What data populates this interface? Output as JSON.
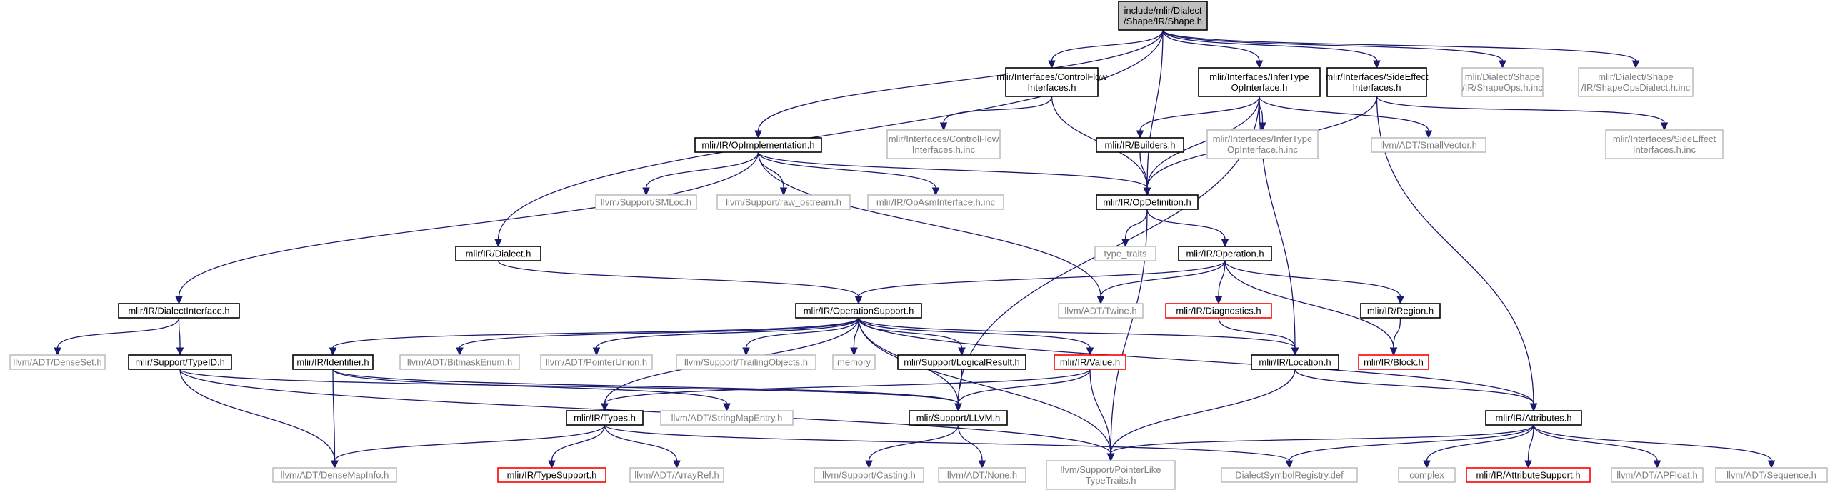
{
  "graph": {
    "nodes": [
      {
        "id": "root",
        "lines": [
          "include/mlir/Dialect",
          "/Shape/IR/Shape.h"
        ],
        "style": "root"
      },
      {
        "id": "cfi",
        "lines": [
          "mlir/Interfaces/ControlFlow",
          "Interfaces.h"
        ],
        "style": "std"
      },
      {
        "id": "iti",
        "lines": [
          "mlir/Interfaces/InferType",
          "OpInterface.h"
        ],
        "style": "std"
      },
      {
        "id": "sei",
        "lines": [
          "mlir/Interfaces/SideEffect",
          "Interfaces.h"
        ],
        "style": "std"
      },
      {
        "id": "shapeops",
        "lines": [
          "mlir/Dialect/Shape",
          "/IR/ShapeOps.h.inc"
        ],
        "style": "ext"
      },
      {
        "id": "shapeopsdialect",
        "lines": [
          "mlir/Dialect/Shape",
          "/IR/ShapeOpsDialect.h.inc"
        ],
        "style": "ext"
      },
      {
        "id": "cfiinc",
        "lines": [
          "mlir/Interfaces/ControlFlow",
          "Interfaces.h.inc"
        ],
        "style": "ext"
      },
      {
        "id": "builders",
        "lines": [
          "mlir/IR/Builders.h"
        ],
        "style": "std"
      },
      {
        "id": "itiinc",
        "lines": [
          "mlir/Interfaces/InferType",
          "OpInterface.h.inc"
        ],
        "style": "ext"
      },
      {
        "id": "smallvector",
        "lines": [
          "llvm/ADT/SmallVector.h"
        ],
        "style": "ext"
      },
      {
        "id": "seiinc",
        "lines": [
          "mlir/Interfaces/SideEffect",
          "Interfaces.h.inc"
        ],
        "style": "ext"
      },
      {
        "id": "opimpl",
        "lines": [
          "mlir/IR/OpImplementation.h"
        ],
        "style": "std"
      },
      {
        "id": "smloc",
        "lines": [
          "llvm/Support/SMLoc.h"
        ],
        "style": "ext"
      },
      {
        "id": "rawostream",
        "lines": [
          "llvm/Support/raw_ostream.h"
        ],
        "style": "ext"
      },
      {
        "id": "opasm",
        "lines": [
          "mlir/IR/OpAsmInterface.h.inc"
        ],
        "style": "ext"
      },
      {
        "id": "opdef",
        "lines": [
          "mlir/IR/OpDefinition.h"
        ],
        "style": "std"
      },
      {
        "id": "typetraits",
        "lines": [
          "type_traits"
        ],
        "style": "ext"
      },
      {
        "id": "dialect",
        "lines": [
          "mlir/IR/Dialect.h"
        ],
        "style": "std"
      },
      {
        "id": "operation",
        "lines": [
          "mlir/IR/Operation.h"
        ],
        "style": "std"
      },
      {
        "id": "dialectiface",
        "lines": [
          "mlir/IR/DialectInterface.h"
        ],
        "style": "std"
      },
      {
        "id": "opsupport",
        "lines": [
          "mlir/IR/OperationSupport.h"
        ],
        "style": "std"
      },
      {
        "id": "twine",
        "lines": [
          "llvm/ADT/Twine.h"
        ],
        "style": "ext"
      },
      {
        "id": "diagnostics",
        "lines": [
          "mlir/IR/Diagnostics.h"
        ],
        "style": "trunc"
      },
      {
        "id": "region",
        "lines": [
          "mlir/IR/Region.h"
        ],
        "style": "std"
      },
      {
        "id": "denseset",
        "lines": [
          "llvm/ADT/DenseSet.h"
        ],
        "style": "ext"
      },
      {
        "id": "typeid",
        "lines": [
          "mlir/Support/TypeID.h"
        ],
        "style": "std"
      },
      {
        "id": "identifier",
        "lines": [
          "mlir/IR/Identifier.h"
        ],
        "style": "std"
      },
      {
        "id": "bitmask",
        "lines": [
          "llvm/ADT/BitmaskEnum.h"
        ],
        "style": "ext"
      },
      {
        "id": "pointerunion",
        "lines": [
          "llvm/ADT/PointerUnion.h"
        ],
        "style": "ext"
      },
      {
        "id": "trailing",
        "lines": [
          "llvm/Support/TrailingObjects.h"
        ],
        "style": "ext"
      },
      {
        "id": "memory",
        "lines": [
          "memory"
        ],
        "style": "ext"
      },
      {
        "id": "logicalresult",
        "lines": [
          "mlir/Support/LogicalResult.h"
        ],
        "style": "std"
      },
      {
        "id": "value",
        "lines": [
          "mlir/IR/Value.h"
        ],
        "style": "trunc"
      },
      {
        "id": "location",
        "lines": [
          "mlir/IR/Location.h"
        ],
        "style": "std"
      },
      {
        "id": "block",
        "lines": [
          "mlir/IR/Block.h"
        ],
        "style": "trunc"
      },
      {
        "id": "types",
        "lines": [
          "mlir/IR/Types.h"
        ],
        "style": "std"
      },
      {
        "id": "stringmapentry",
        "lines": [
          "llvm/ADT/StringMapEntry.h"
        ],
        "style": "ext"
      },
      {
        "id": "llvmh",
        "lines": [
          "mlir/Support/LLVM.h"
        ],
        "style": "std"
      },
      {
        "id": "attributes",
        "lines": [
          "mlir/IR/Attributes.h"
        ],
        "style": "std"
      },
      {
        "id": "densemapinfo",
        "lines": [
          "llvm/ADT/DenseMapInfo.h"
        ],
        "style": "ext"
      },
      {
        "id": "typesupport",
        "lines": [
          "mlir/IR/TypeSupport.h"
        ],
        "style": "trunc"
      },
      {
        "id": "arrayref",
        "lines": [
          "llvm/ADT/ArrayRef.h"
        ],
        "style": "ext"
      },
      {
        "id": "casting",
        "lines": [
          "llvm/Support/Casting.h"
        ],
        "style": "ext"
      },
      {
        "id": "none",
        "lines": [
          "llvm/ADT/None.h"
        ],
        "style": "ext"
      },
      {
        "id": "pointerlike",
        "lines": [
          "llvm/Support/PointerLike",
          "TypeTraits.h"
        ],
        "style": "ext"
      },
      {
        "id": "dialectsymreg",
        "lines": [
          "DialectSymbolRegistry.def"
        ],
        "style": "ext"
      },
      {
        "id": "complex",
        "lines": [
          "complex"
        ],
        "style": "ext"
      },
      {
        "id": "attrsupport",
        "lines": [
          "mlir/IR/AttributeSupport.h"
        ],
        "style": "trunc"
      },
      {
        "id": "apfloat",
        "lines": [
          "llvm/ADT/APFloat.h"
        ],
        "style": "ext"
      },
      {
        "id": "sequence",
        "lines": [
          "llvm/ADT/Sequence.h"
        ],
        "style": "ext"
      }
    ],
    "edges": [
      [
        "root",
        "cfi"
      ],
      [
        "root",
        "iti"
      ],
      [
        "root",
        "sei"
      ],
      [
        "root",
        "shapeops"
      ],
      [
        "root",
        "shapeopsdialect"
      ],
      [
        "root",
        "opimpl"
      ],
      [
        "root",
        "dialect"
      ],
      [
        "root",
        "opdef"
      ],
      [
        "cfi",
        "cfiinc"
      ],
      [
        "cfi",
        "opdef"
      ],
      [
        "iti",
        "builders"
      ],
      [
        "iti",
        "itiinc"
      ],
      [
        "iti",
        "smallvector"
      ],
      [
        "iti",
        "opdef"
      ],
      [
        "iti",
        "location"
      ],
      [
        "iti",
        "llvmh"
      ],
      [
        "sei",
        "seiinc"
      ],
      [
        "sei",
        "opdef"
      ],
      [
        "sei",
        "attributes"
      ],
      [
        "opimpl",
        "smloc"
      ],
      [
        "opimpl",
        "rawostream"
      ],
      [
        "opimpl",
        "opasm"
      ],
      [
        "opimpl",
        "opdef"
      ],
      [
        "opimpl",
        "twine"
      ],
      [
        "opimpl",
        "dialectiface"
      ],
      [
        "builders",
        "opdef"
      ],
      [
        "opdef",
        "typetraits"
      ],
      [
        "opdef",
        "operation"
      ],
      [
        "opdef",
        "pointerlike"
      ],
      [
        "dialect",
        "opsupport"
      ],
      [
        "operation",
        "opsupport"
      ],
      [
        "operation",
        "twine"
      ],
      [
        "operation",
        "diagnostics"
      ],
      [
        "operation",
        "region"
      ],
      [
        "operation",
        "block"
      ],
      [
        "dialectiface",
        "denseset"
      ],
      [
        "dialectiface",
        "typeid"
      ],
      [
        "opsupport",
        "identifier"
      ],
      [
        "opsupport",
        "bitmask"
      ],
      [
        "opsupport",
        "pointerunion"
      ],
      [
        "opsupport",
        "trailing"
      ],
      [
        "opsupport",
        "memory"
      ],
      [
        "opsupport",
        "logicalresult"
      ],
      [
        "opsupport",
        "value"
      ],
      [
        "opsupport",
        "location"
      ],
      [
        "opsupport",
        "types"
      ],
      [
        "opsupport",
        "attributes"
      ],
      [
        "opsupport",
        "llvmh"
      ],
      [
        "opsupport",
        "pointerlike"
      ],
      [
        "diagnostics",
        "location"
      ],
      [
        "region",
        "block"
      ],
      [
        "typeid",
        "densemapinfo"
      ],
      [
        "typeid",
        "llvmh"
      ],
      [
        "typeid",
        "pointerlike"
      ],
      [
        "identifier",
        "densemapinfo"
      ],
      [
        "identifier",
        "stringmapentry"
      ],
      [
        "identifier",
        "llvmh"
      ],
      [
        "logicalresult",
        "llvmh"
      ],
      [
        "value",
        "types"
      ],
      [
        "value",
        "llvmh"
      ],
      [
        "value",
        "pointerlike"
      ],
      [
        "location",
        "attributes"
      ],
      [
        "location",
        "pointerlike"
      ],
      [
        "types",
        "densemapinfo"
      ],
      [
        "types",
        "typesupport"
      ],
      [
        "types",
        "arrayref"
      ],
      [
        "types",
        "dialectsymreg"
      ],
      [
        "llvmh",
        "casting"
      ],
      [
        "llvmh",
        "none"
      ],
      [
        "attributes",
        "complex"
      ],
      [
        "attributes",
        "attrsupport"
      ],
      [
        "attributes",
        "apfloat"
      ],
      [
        "attributes",
        "sequence"
      ],
      [
        "attributes",
        "pointerlike"
      ],
      [
        "attributes",
        "dialectsymreg"
      ]
    ]
  }
}
